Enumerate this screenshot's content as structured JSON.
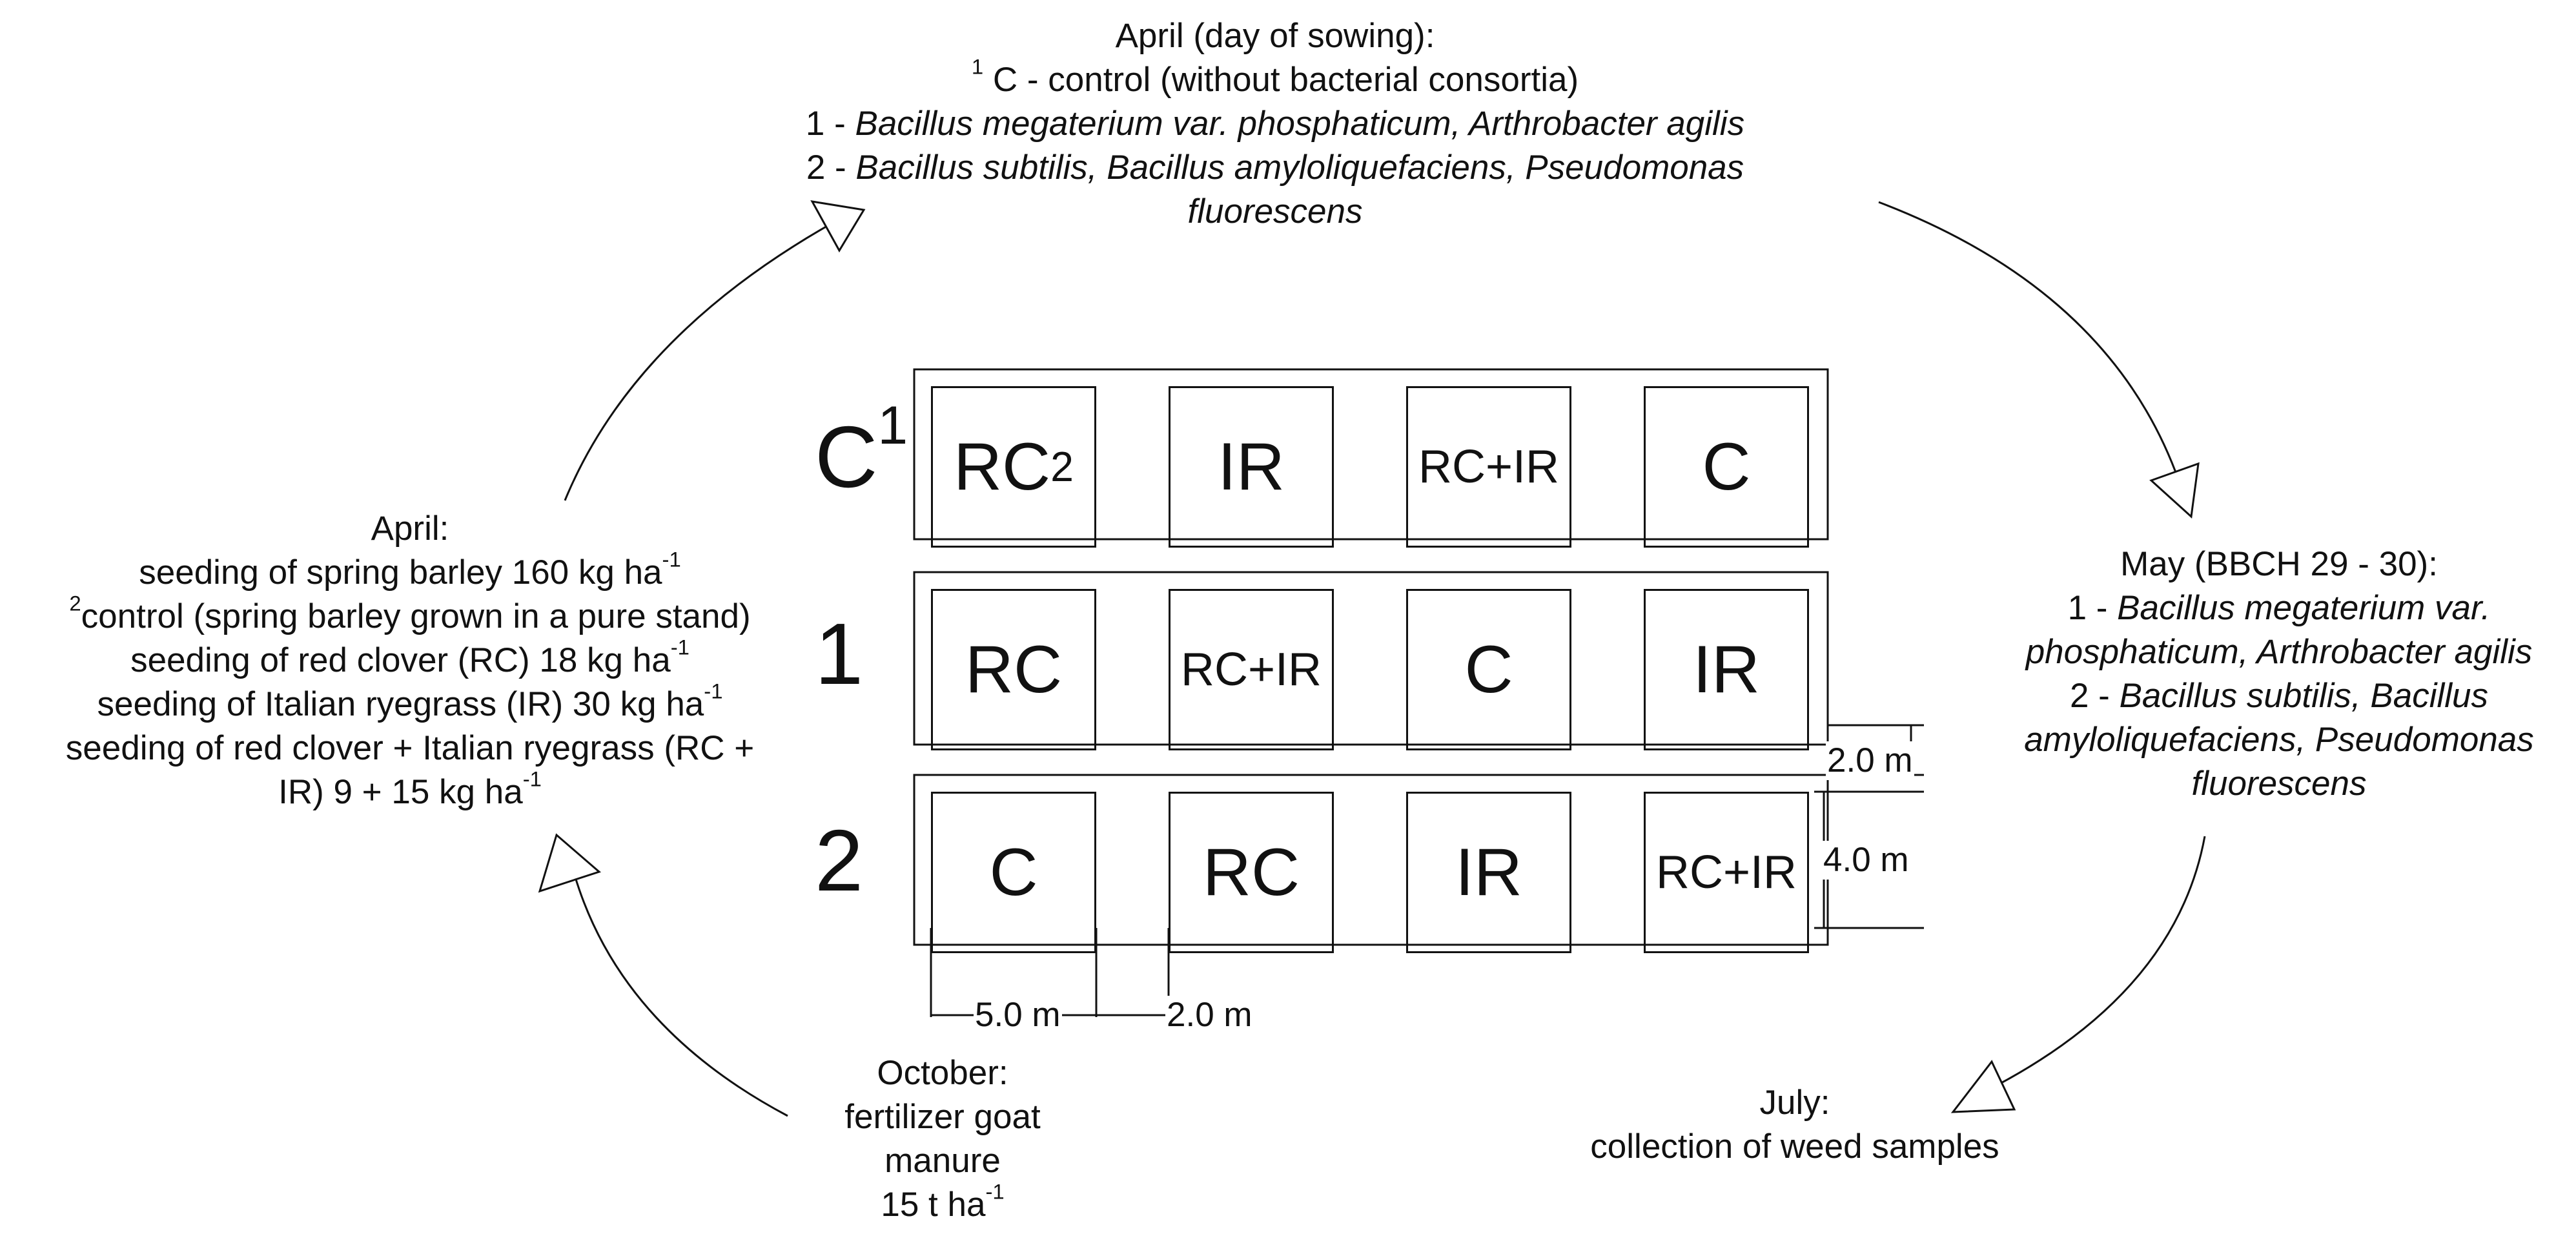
{
  "top_note": {
    "line1": "April (day of sowing):",
    "sup": "1",
    "line2": " C - control (without bacterial consortia)",
    "l3_num": "1 - ",
    "l3_it": "Bacillus megaterium var. phosphaticum, Arthrobacter agilis",
    "l4_num": "2 - ",
    "l4_it": "Bacillus subtilis, Bacillus amyloliquefaciens, Pseudomonas",
    "l5_it": "fluorescens"
  },
  "left_note": {
    "line1": "April:",
    "line2": "seeding of spring barley 160 kg ha",
    "line2_sup": "-1",
    "line3_sup": "2",
    "line3": "control (spring barley grown in a pure stand)",
    "line4": "seeding of red clover (RC) 18 kg ha",
    "line4_sup": "-1",
    "line5": "seeding of Italian ryegrass (IR) 30 kg ha",
    "line5_sup": "-1",
    "line6": "seeding of red clover + Italian ryegrass (RC +",
    "line7": "IR) 9 + 15 kg ha",
    "line7_sup": "-1"
  },
  "right_note": {
    "line1": "May (BBCH 29 - 30):",
    "l2_num": "1 - ",
    "l2_it": "Bacillus megaterium var.",
    "l3_it": "phosphaticum, Arthrobacter agilis",
    "l4_num": "2 - ",
    "l4_it": "Bacillus subtilis, Bacillus",
    "l5_it": "amyloliquefaciens, Pseudomonas",
    "l6_it": "fluorescens"
  },
  "bottom_left_note": {
    "line1": "October:",
    "line2": "fertilizer goat",
    "line3": "manure",
    "line4": "15 t ha",
    "line4_sup": "-1"
  },
  "bottom_right_note": {
    "line1": "July:",
    "line2": "collection of weed samples"
  },
  "rows": [
    {
      "label": "C",
      "label_sup": "1",
      "plots": [
        {
          "text": "RC",
          "sup": "2"
        },
        {
          "text": "IR",
          "sup": ""
        },
        {
          "text": "RC+IR",
          "sup": ""
        },
        {
          "text": "C",
          "sup": ""
        }
      ]
    },
    {
      "label": "1",
      "label_sup": "",
      "plots": [
        {
          "text": "RC",
          "sup": ""
        },
        {
          "text": "RC+IR",
          "sup": ""
        },
        {
          "text": "C",
          "sup": ""
        },
        {
          "text": "IR",
          "sup": ""
        }
      ]
    },
    {
      "label": "2",
      "label_sup": "",
      "plots": [
        {
          "text": "C",
          "sup": ""
        },
        {
          "text": "RC",
          "sup": ""
        },
        {
          "text": "IR",
          "sup": ""
        },
        {
          "text": "RC+IR",
          "sup": ""
        }
      ]
    }
  ],
  "dimensions": {
    "gap_between_rows": "2.0 m",
    "plot_height": "4.0 m",
    "plot_width": "5.0 m",
    "gap_between_plots": "2.0 m"
  }
}
